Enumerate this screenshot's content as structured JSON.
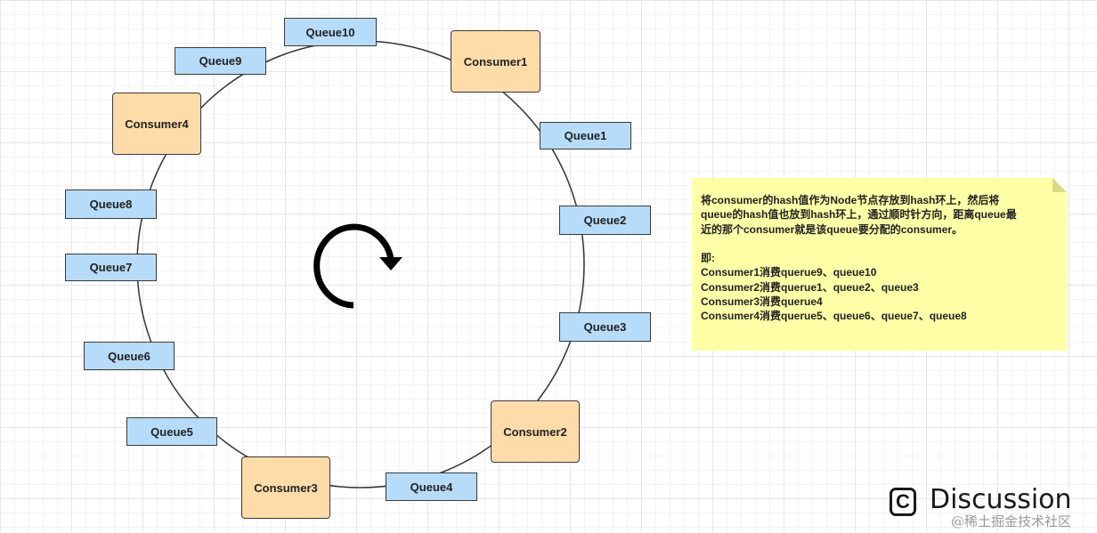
{
  "diagram": {
    "queues": [
      "Queue1",
      "Queue2",
      "Queue3",
      "Queue4",
      "Queue5",
      "Queue6",
      "Queue7",
      "Queue8",
      "Queue9",
      "Queue10"
    ],
    "consumers": [
      "Consumer1",
      "Consumer2",
      "Consumer3",
      "Consumer4"
    ]
  },
  "note": {
    "lines": [
      "将consumer的hash值作为Node节点存放到hash环上，然后将",
      "queue的hash值也放到hash环上，通过顺时针方向，距离queue最",
      "近的那个consumer就是该queue要分配的consumer。",
      "",
      "即:",
      "Consumer1消费querue9、queue10",
      "Consumer2消费querue1、queue2、queue3",
      "Consumer3消费querue4",
      "Consumer4消费querue5、queue6、queue7、queue8"
    ]
  },
  "watermark": {
    "logo": "C",
    "title": "Discussion",
    "subtitle": "@稀土掘金技术社区"
  },
  "colors": {
    "queue_fill": "#b7dcf9",
    "consumer_fill": "#fddca9",
    "note_fill": "#ffffa8"
  }
}
